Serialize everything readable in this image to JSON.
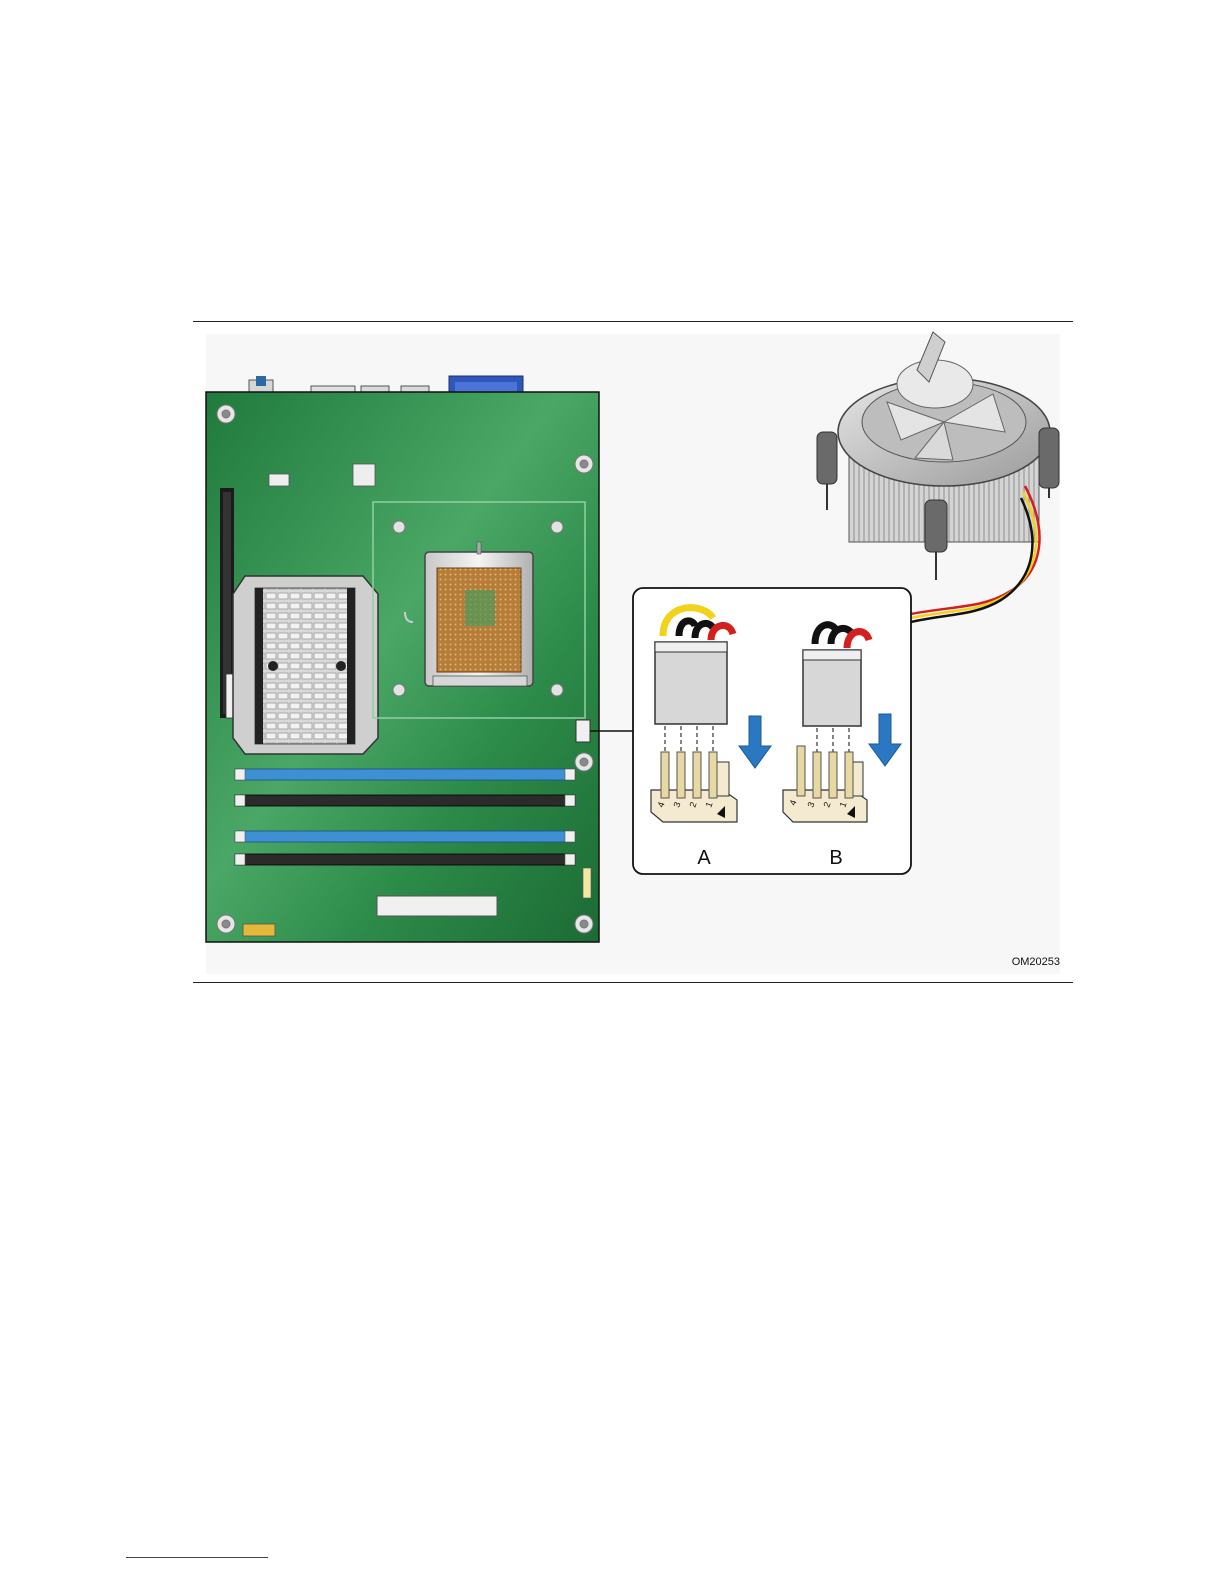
{
  "figure": {
    "option_a_label": "A",
    "option_b_label": "B",
    "figure_id": "OM20253",
    "pins_4": [
      "4",
      "3",
      "2",
      "1"
    ],
    "pins_3": [
      "3",
      "2",
      "1"
    ],
    "colors": {
      "board_green": "#2e8a4a",
      "dimm_blue": "#3f8fd4",
      "dimm_black": "#2b2b2b",
      "arrow_blue": "#2a78c2",
      "wire_yellow": "#f2d21b",
      "wire_black": "#111111",
      "wire_red": "#d41f1f"
    }
  }
}
